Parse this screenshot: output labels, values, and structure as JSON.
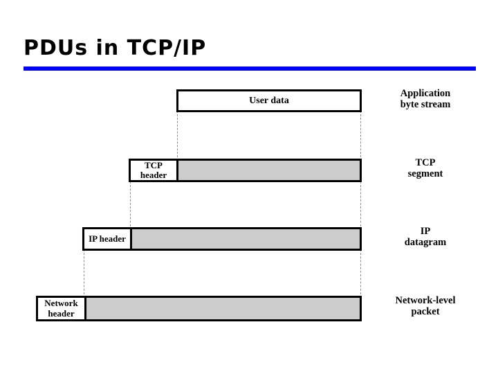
{
  "slide": {
    "title": "PDUs in TCP/IP",
    "rule_color": "#0000ff",
    "background": "#ffffff"
  },
  "diagram": {
    "fill_color": "#cccccc",
    "border_color": "#000000",
    "connector_color": "#8a8a8a",
    "rows": [
      {
        "id": "application",
        "header": "",
        "payload": "User data",
        "side_label": "Application\nbyte stream",
        "payload_shaded": false
      },
      {
        "id": "transport",
        "header": "TCP\nheader",
        "payload": "",
        "side_label": "TCP\nsegment",
        "payload_shaded": true
      },
      {
        "id": "internet",
        "header": "IP\nheader",
        "payload": "",
        "side_label": "IP\ndatagram",
        "payload_shaded": true
      },
      {
        "id": "network",
        "header": "Network\nheader",
        "payload": "",
        "side_label": "Network-level\npacket",
        "payload_shaded": true
      }
    ]
  }
}
